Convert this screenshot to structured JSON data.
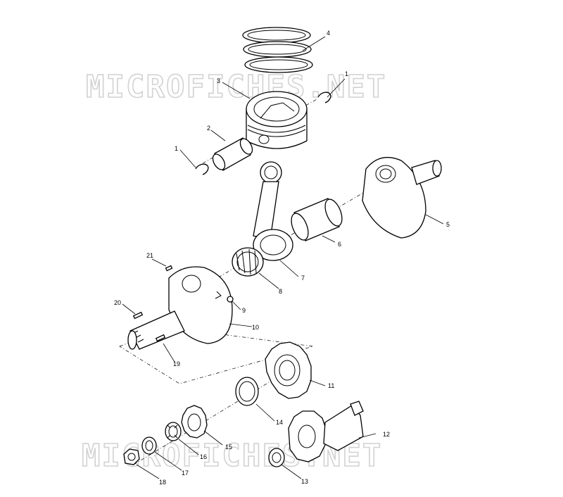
{
  "watermarks": [
    "MICROFICHES.NET",
    "MICROFICHES.NET"
  ],
  "callouts": {
    "c1a": "1",
    "c1b": "1",
    "c2": "2",
    "c3": "3",
    "c4": "4",
    "c5": "5",
    "c6": "6",
    "c7": "7",
    "c8": "8",
    "c9": "9",
    "c10": "10",
    "c11": "11",
    "c12": "12",
    "c13": "13",
    "c14": "14",
    "c15": "15",
    "c16": "16",
    "c17": "17",
    "c18": "18",
    "c19": "19",
    "c20": "20",
    "c21": "21"
  }
}
